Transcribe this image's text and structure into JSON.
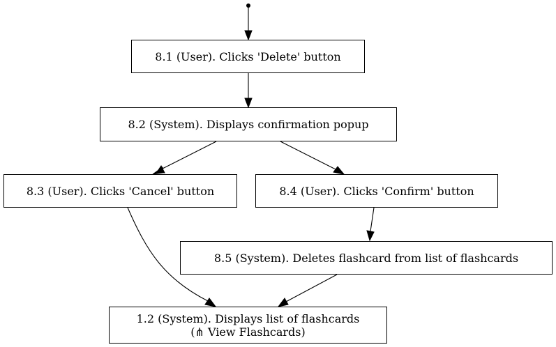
{
  "diagram": {
    "type": "activity-flow",
    "start_marker": "initial-dot",
    "nodes": {
      "n81": {
        "label": "8.1 (User). Clicks 'Delete' button"
      },
      "n82": {
        "label": "8.2 (System). Displays confirmation popup"
      },
      "n83": {
        "label": "8.3 (User). Clicks 'Cancel' button"
      },
      "n84": {
        "label": "8.4 (User). Clicks 'Confirm' button"
      },
      "n85": {
        "label": "8.5 (System). Deletes flashcard from list of flashcards"
      },
      "n12": {
        "label": "1.2 (System). Displays list of flashcards",
        "sublabel": "(⋔ View Flashcards)"
      }
    },
    "edges": [
      {
        "from": "start",
        "to": "n81"
      },
      {
        "from": "n81",
        "to": "n82"
      },
      {
        "from": "n82",
        "to": "n83"
      },
      {
        "from": "n82",
        "to": "n84"
      },
      {
        "from": "n83",
        "to": "n12"
      },
      {
        "from": "n84",
        "to": "n85"
      },
      {
        "from": "n85",
        "to": "n12"
      }
    ]
  }
}
